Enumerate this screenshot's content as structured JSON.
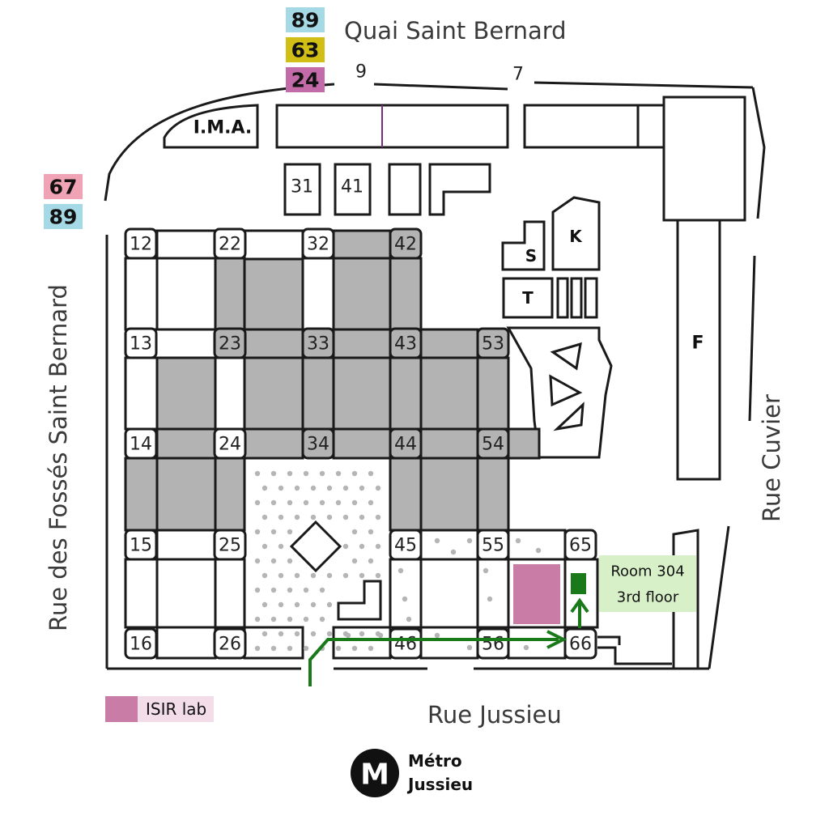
{
  "streets": {
    "north": "Quai Saint Bernard",
    "west": "Rue des Fossés Saint Bernard",
    "east": "Rue Cuvier",
    "south": "Rue Jussieu"
  },
  "bus_lines_north": [
    {
      "number": "89",
      "color": "#a6d9e6"
    },
    {
      "number": "63",
      "color": "#d2bf15"
    },
    {
      "number": "24",
      "color": "#c36aa8"
    }
  ],
  "bus_lines_west": [
    {
      "number": "67",
      "color": "#f0a3b4"
    },
    {
      "number": "89",
      "color": "#a6d9e6"
    }
  ],
  "entrances": {
    "nine": "9",
    "seven": "7"
  },
  "buildings": {
    "ima": "I.M.A.",
    "b31": "31",
    "b41": "41",
    "s": "S",
    "k": "K",
    "t": "T",
    "f": "F"
  },
  "towers": [
    "12",
    "22",
    "32",
    "42",
    "13",
    "23",
    "33",
    "43",
    "53",
    "14",
    "24",
    "34",
    "44",
    "54",
    "15",
    "25",
    "45",
    "55",
    "65",
    "16",
    "26",
    "46",
    "56",
    "66"
  ],
  "room": {
    "line1": "Room 304",
    "line2": "3rd floor",
    "bg": "#d8f0c8"
  },
  "legend": {
    "label": "ISIR lab",
    "color": "#c97da6",
    "bg": "#f3dde9"
  },
  "route_color": "#1a7a1a",
  "metro": {
    "symbol": "M",
    "line1": "Métro",
    "line2": "Jussieu"
  }
}
